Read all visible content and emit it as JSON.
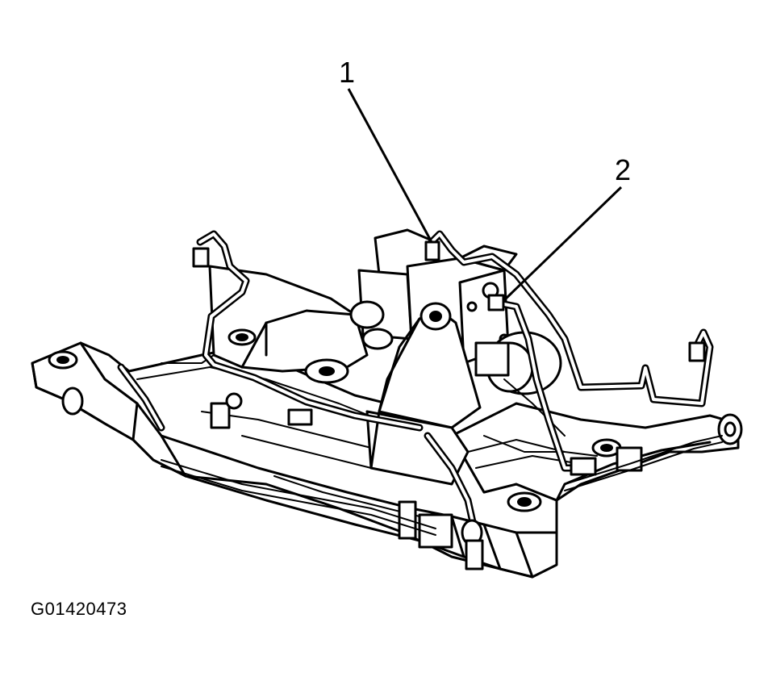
{
  "callouts": [
    {
      "label": "1"
    },
    {
      "label": "2"
    }
  ],
  "figure_id": "G01420473"
}
